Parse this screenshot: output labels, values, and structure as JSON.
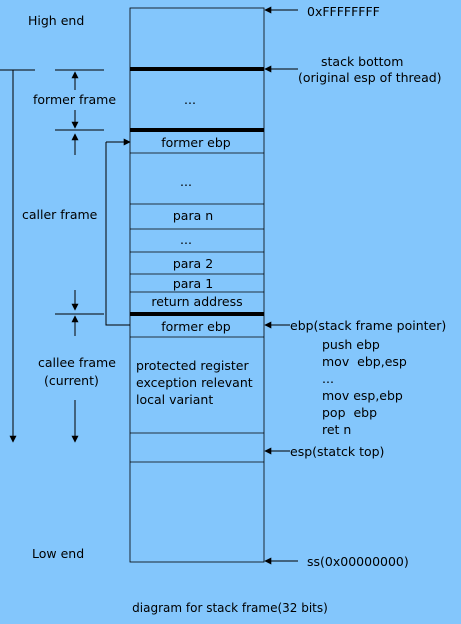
{
  "labels": {
    "high_end": "High end",
    "low_end": "Low end",
    "former_frame": "former frame",
    "caller_frame": "caller frame",
    "callee_frame_1": "callee frame",
    "callee_frame_2": "(current)"
  },
  "stack_cells": {
    "dots_top": "...",
    "former_ebp_1": "former ebp",
    "dots_mid": "...",
    "para_n": "para n",
    "dots_para": "...",
    "para_2": "para 2",
    "para_1": "para 1",
    "return_address": "return address",
    "former_ebp_2": "former ebp",
    "callee_line_1": "protected register",
    "callee_line_2": "exception relevant",
    "callee_line_3": "local variant"
  },
  "pointers": {
    "top_address": "0xFFFFFFFF",
    "stack_bottom_1": "stack bottom",
    "stack_bottom_2": "(original esp of thread)",
    "ebp": "ebp(stack frame pointer)",
    "esp": "esp(statck top)",
    "ss": "ss(0x00000000)"
  },
  "code": [
    "push ebp",
    "mov  ebp,esp",
    "...",
    "mov esp,ebp",
    "pop  ebp",
    "ret n"
  ],
  "caption": "diagram for stack frame(32 bits)"
}
